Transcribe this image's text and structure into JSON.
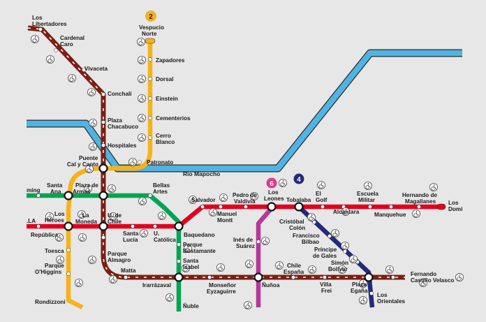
{
  "river": {
    "name": "Río Mapocho",
    "color": "#4fb4e2"
  },
  "lines": [
    {
      "id": "1",
      "color": "#e2001a"
    },
    {
      "id": "2",
      "color": "#f6b21a"
    },
    {
      "id": "4",
      "color": "#232a7c"
    },
    {
      "id": "5",
      "color": "#00a551"
    },
    {
      "id": "6",
      "color": "#b5389a"
    },
    {
      "id": "1-bis",
      "color": "#7b1f12"
    }
  ],
  "badges": [
    {
      "number": "2",
      "color": "#f6b21a"
    },
    {
      "number": "6",
      "color": "#e53689"
    },
    {
      "number": "4",
      "color": "#232a7c"
    }
  ],
  "stations": {
    "los_libertadores": [
      "Los",
      "Libertadores"
    ],
    "cardenal_caro": [
      "Cardenal",
      "Caro"
    ],
    "vivaceta": [
      "Vivaceta"
    ],
    "conchali": [
      "Conchalí"
    ],
    "plaza_chacabuco": [
      "Plaza",
      "Chacabuco"
    ],
    "hospitales": [
      "Hospitales"
    ],
    "puente_cal_y_canto": [
      "Puente",
      "Cal y Canto"
    ],
    "vespucio_norte": [
      "Vespucio",
      "Norte"
    ],
    "zapadores": [
      "Zapadores"
    ],
    "dorsal": [
      "Dorsal"
    ],
    "einstein": [
      "Einstein"
    ],
    "cementerios": [
      "Cementerios"
    ],
    "cerro_blanco": [
      "Cerro",
      "Blanco"
    ],
    "patronato": [
      "Patronato"
    ],
    "santa_ana": [
      "Santa",
      "Ana"
    ],
    "plaza_de_armas": [
      "Plaza de",
      "Armas"
    ],
    "bellas_artes": [
      "Bellas",
      "Artes"
    ],
    "hming": [
      "ming"
    ],
    "la_left": [
      ".LA"
    ],
    "los_heroes": [
      "Los",
      "Héroes"
    ],
    "la_moneda": [
      "La",
      "Moneda"
    ],
    "u_de_chile": [
      "U. de",
      "Chile"
    ],
    "santa_lucia": [
      "Santa",
      "Lucía"
    ],
    "u_catolica": [
      "U.",
      "Católica"
    ],
    "baquedano": [
      "Baquedano"
    ],
    "republica": [
      "República"
    ],
    "toesca": [
      "Toesca"
    ],
    "parque_ohiggins": [
      "Parque",
      "O'Higgins"
    ],
    "rondizzoni": [
      "Rondizzoni"
    ],
    "parque_almagro": [
      "Parque",
      "Almagro"
    ],
    "matta": [
      "Matta"
    ],
    "irarrazaval": [
      "Irarrázaval"
    ],
    "parque_bustamante": [
      "Parque",
      "Bustamante"
    ],
    "santa_isabel": [
      "Santa",
      "Isabel"
    ],
    "salvador": [
      "Salvador"
    ],
    "manuel_montt": [
      "Manuel",
      "Montt"
    ],
    "pedro_de_valdivia": [
      "Pedro de",
      "Valdivia"
    ],
    "los_leones": [
      "Los",
      "Leones"
    ],
    "tobalaba": [
      "Tobalaba"
    ],
    "el_golf": [
      "El",
      "Golf"
    ],
    "alcantara": [
      "Alcántara"
    ],
    "escuela_militar": [
      "Escuela",
      "Militar"
    ],
    "manquehue": [
      "Manquehue"
    ],
    "hernando_de_magallanes": [
      "Hernando de",
      "Magallanes"
    ],
    "los_domi": [
      "Los",
      "Domi"
    ],
    "ines_de_suarez": [
      "Inés de",
      "Suárez"
    ],
    "cristobal_colon": [
      "Cristóbal",
      "Colón"
    ],
    "francisco_bilbao": [
      "Francisco",
      "Bilbao"
    ],
    "principe_de_gales": [
      "Príncipe",
      "de Gales"
    ],
    "simon_bolivar": [
      "Simón",
      "Bolívar"
    ],
    "chile_espana": [
      "Chile",
      "España"
    ],
    "monsenor_eyzaguirre": [
      "Monseñor",
      "Eyzaguirre"
    ],
    "nunoa": [
      "Ñuñoa"
    ],
    "villa_frei": [
      "Villa",
      "Frei"
    ],
    "plaza_egana": [
      "Plaza",
      "Egaña"
    ],
    "los_orientales": [
      "Los",
      "Orientales"
    ],
    "fernando_castillo_velasco": [
      "Fernando",
      "Castillo Velasco"
    ],
    "nubeoa_partial": [
      "Ñuble"
    ]
  }
}
